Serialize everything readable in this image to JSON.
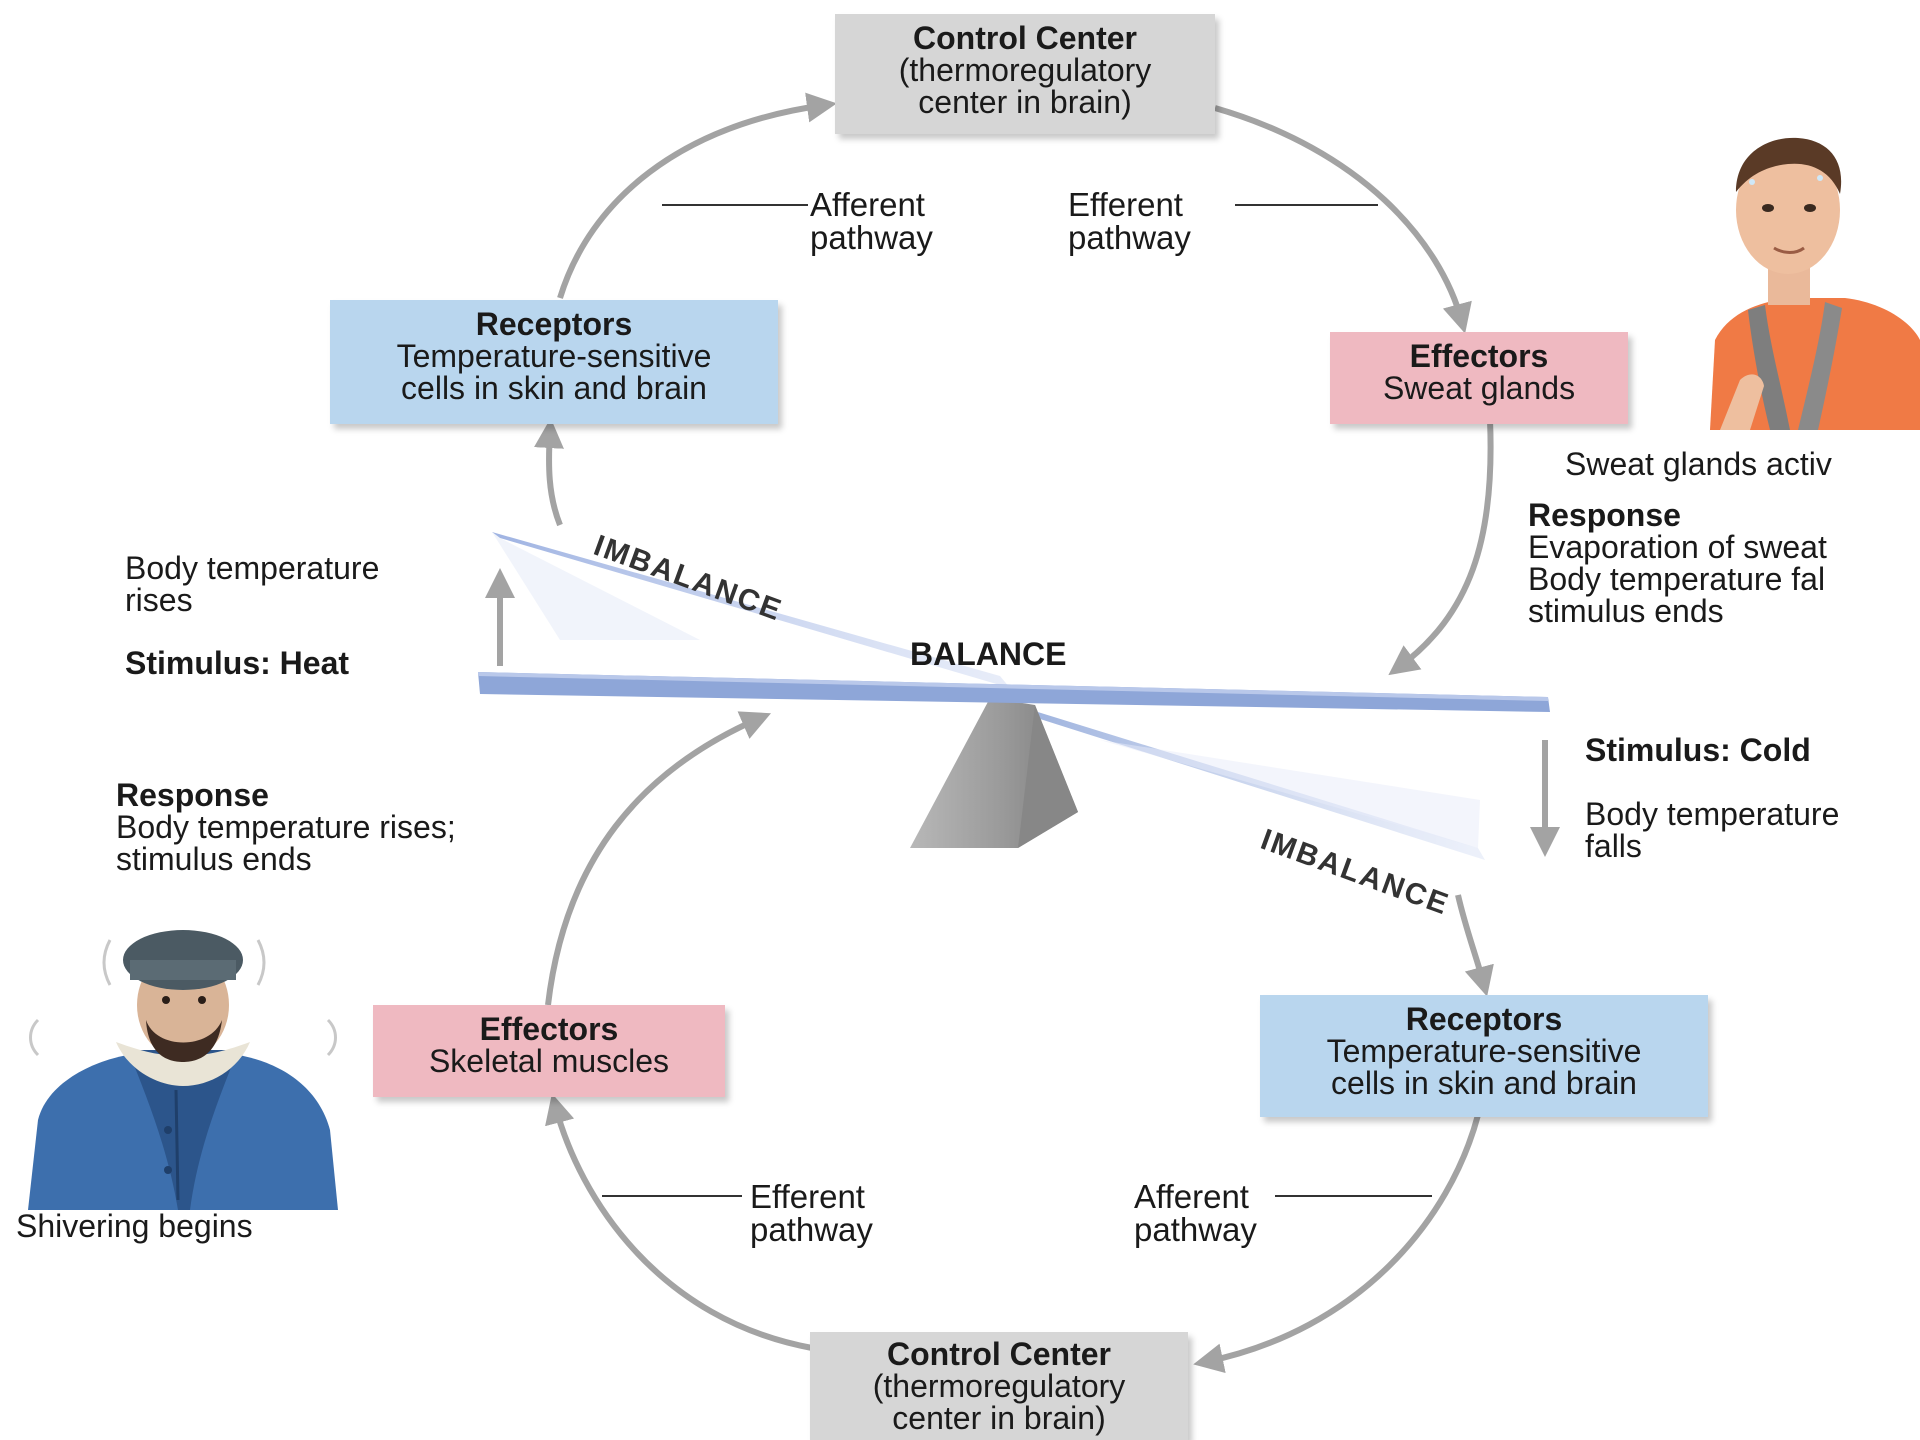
{
  "diagram": {
    "top_control": {
      "title": "Control Center",
      "lines": [
        "(thermoregulatory",
        "center in brain)"
      ]
    },
    "bottom_control": {
      "title": "Control Center",
      "lines": [
        "(thermoregulatory",
        "center in brain)"
      ]
    },
    "receptors_upper": {
      "title": "Receptors",
      "lines": [
        "Temperature-sensitive",
        "cells in skin and brain"
      ]
    },
    "receptors_lower": {
      "title": "Receptors",
      "lines": [
        "Temperature-sensitive",
        "cells in skin and brain"
      ]
    },
    "effectors_sweat": {
      "title": "Effectors",
      "line": "Sweat glands"
    },
    "effectors_muscle": {
      "title": "Effectors",
      "line": "Skeletal muscles"
    },
    "pathways": {
      "afferent_top": [
        "Afferent",
        "pathway"
      ],
      "efferent_top": [
        "Efferent",
        "pathway"
      ],
      "efferent_bottom": [
        "Efferent",
        "pathway"
      ],
      "afferent_bottom": [
        "Afferent",
        "pathway"
      ]
    },
    "heat": {
      "change": [
        "Body temperature",
        "rises"
      ],
      "stimulus": "Stimulus: Heat",
      "caption": "Sweat glands activ",
      "response_title": "Response",
      "response_lines": [
        "Evaporation of sweat",
        "Body temperature fal",
        "stimulus ends"
      ]
    },
    "cold": {
      "stimulus": "Stimulus: Cold",
      "change": [
        "Body temperature",
        "falls"
      ],
      "response_title": "Response",
      "response_lines": [
        "Body temperature rises;",
        "stimulus ends"
      ],
      "caption": "Shivering begins"
    },
    "seesaw": {
      "balance": "BALANCE",
      "imbalance_upper": "IMBALANCE",
      "imbalance_lower": "IMBALANCE"
    },
    "colors": {
      "arrow": "#a3a3a3",
      "beam": "#8ea6d8",
      "receptor_box": "#b9d6ee",
      "effector_box": "#efb9c1",
      "control_box": "#d6d6d6"
    }
  }
}
